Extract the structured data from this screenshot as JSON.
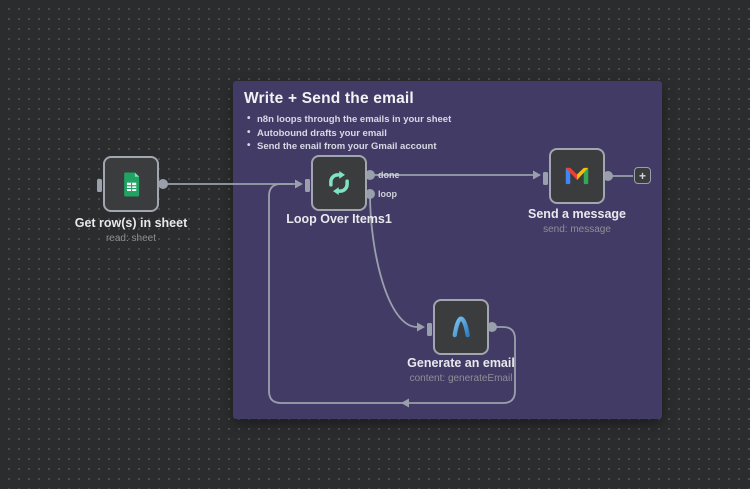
{
  "sticky_note": {
    "title": "Write + Send the email",
    "bullets": [
      "n8n loops through the emails in your sheet",
      "Autobound drafts your email",
      "Send the enail from your Gmail account"
    ],
    "background": "#423b66"
  },
  "nodes": {
    "sheets": {
      "label": "Get row(s) in sheet",
      "subtitle": "read: sheet",
      "icon": "google-sheets-icon"
    },
    "loop": {
      "label": "Loop Over Items1",
      "outputs": {
        "top": "done",
        "bottom": "loop"
      },
      "icon": "loop-icon"
    },
    "gmail": {
      "label": "Send a message",
      "subtitle": "send: message",
      "icon": "gmail-icon"
    },
    "generate": {
      "label": "Generate an email",
      "subtitle": "content: generateEmail",
      "icon": "autobound-icon"
    }
  },
  "controls": {
    "add_node": "+"
  },
  "colors": {
    "canvas": "#2b2c2d",
    "grid_dot": "#4b4c4d",
    "node_background": "#3a3c3e",
    "node_border": "#a2a6b0",
    "connector": "#9aa0ab",
    "sticky_background": "#423b66",
    "loop_icon": "#7de3c0",
    "sheets_green": "#20A464",
    "gmail_blue": "#4285F4",
    "gmail_red": "#EA4335",
    "gmail_yellow": "#FBBC04",
    "gmail_green": "#34A853",
    "autobound_blue": "#3f9ee0"
  }
}
